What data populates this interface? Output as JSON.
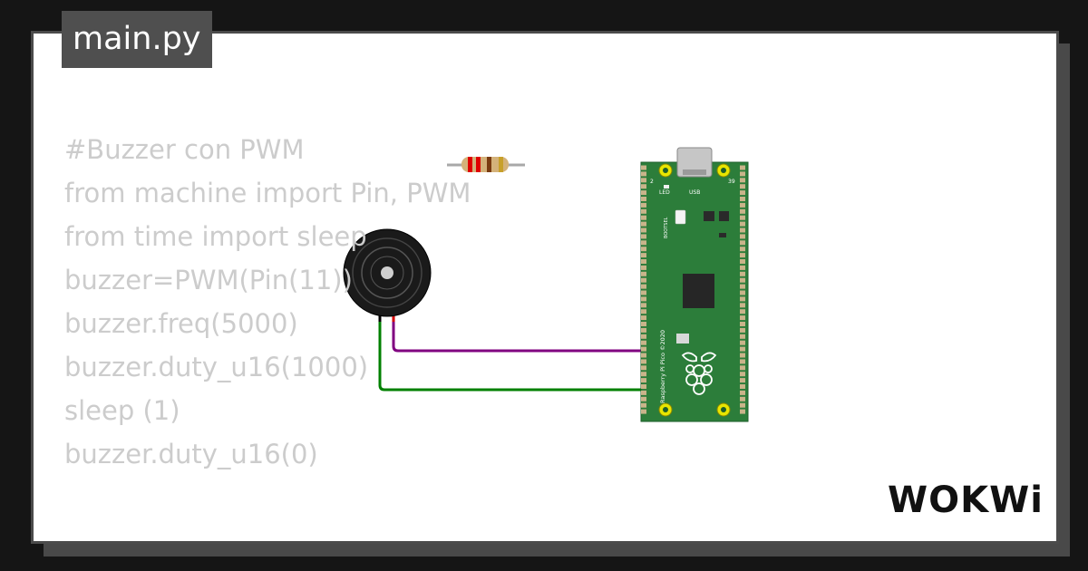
{
  "header": {
    "file_tab_label": "main.py"
  },
  "code": {
    "lines": [
      "#Buzzer con PWM",
      "from machine import Pin, PWM",
      "from time import sleep",
      "buzzer=PWM(Pin(11))",
      "buzzer.freq(5000)",
      "buzzer.duty_u16(1000)",
      "sleep (1)",
      "buzzer.duty_u16(0)"
    ]
  },
  "board": {
    "led_label": "LED",
    "usb_label": "USB",
    "bootsel_label": "BOOTSEL",
    "silk_label": "Raspberry Pi Pico ©2020",
    "pin_label_left": "2",
    "pin_label_right": "39"
  },
  "brand": {
    "logo_text": "WOKWi"
  },
  "colors": {
    "background": "#151515",
    "card_border": "#4b4b4b",
    "tab_background": "#4f4f4f",
    "code_text": "#cccccc",
    "board_green": "#2c7d3a",
    "wire_purple": "#800080",
    "wire_green": "#008000"
  },
  "icons": {
    "buzzer": "piezo-buzzer-icon",
    "resistor": "resistor-icon",
    "raspberry": "raspberry-pi-logo-icon"
  }
}
